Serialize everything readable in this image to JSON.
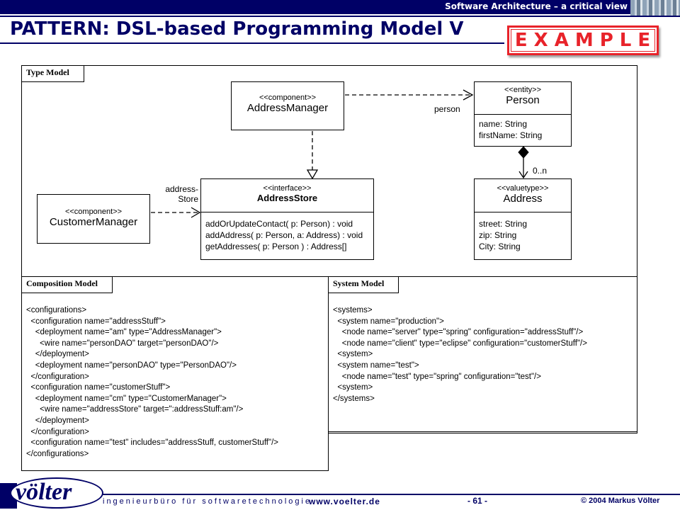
{
  "header": {
    "topic": "Software Architecture – a critical view",
    "title": "PATTERN: DSL-based Programming Model V",
    "stamp": "EXAMPLE"
  },
  "type_model": {
    "label": "Type Model",
    "address_manager": {
      "stereotype": "<<component>>",
      "name": "AddressManager"
    },
    "person": {
      "stereotype": "<<entity>>",
      "name": "Person",
      "attributes": [
        "name: String",
        "firstName: String"
      ]
    },
    "customer_manager": {
      "stereotype": "<<component>>",
      "name": "CustomerManager"
    },
    "address_store": {
      "stereotype": "<<interface>>",
      "name": "AddressStore",
      "operations": [
        "addOrUpdateContact( p: Person) : void",
        "addAddress( p: Person, a: Address) : void",
        "getAddresses( p: Person ) : Address[]"
      ]
    },
    "address": {
      "stereotype": "<<valuetype>>",
      "name": "Address",
      "attributes": [
        "street: String",
        "zip: String",
        "City: String"
      ]
    },
    "relations": {
      "person_role": "person",
      "store_role_line1": "address-",
      "store_role_line2": "Store",
      "multiplicity": "0..n"
    }
  },
  "composition_model": {
    "label": "Composition Model",
    "lines": [
      "<configurations>",
      "  <configuration name=\"addressStuff\">",
      "    <deployment name=\"am\" type=\"AddressManager\">",
      "      <wire name=\"personDAO\" target=\"personDAO\"/>",
      "    </deployment>",
      "    <deployment name=\"personDAO\" type=\"PersonDAO\"/>",
      "  </configuration>",
      "  <configuration name=\"customerStuff\">",
      "    <deployment name=\"cm\" type=\"CustomerManager\">",
      "      <wire name=\"addressStore\" target=\":addressStuff:am\"/>",
      "    </deployment>",
      "  </configuration>",
      "  <configuration name=\"test\" includes=\"addressStuff, customerStuff\"/>",
      "</configurations>"
    ]
  },
  "system_model": {
    "label": "System Model",
    "lines": [
      "<systems>",
      "  <system name=\"production\">",
      "    <node name=\"server\" type=\"spring\" configuration=\"addressStuff\"/>",
      "    <node name=\"client\" type=\"eclipse\" configuration=\"customerStuff\"/>",
      "  <system>",
      "  <system name=\"test\">",
      "    <node name=\"test\" type=\"spring\" configuration=\"test\"/>",
      "  <system>",
      "</systems>"
    ]
  },
  "footer": {
    "logo": "völter",
    "tagline": "ingenieurbüro für softwaretechnologie",
    "website": "www.voelter.de",
    "page": "- 61 -",
    "copyright": "© 2004  Markus Völter"
  }
}
